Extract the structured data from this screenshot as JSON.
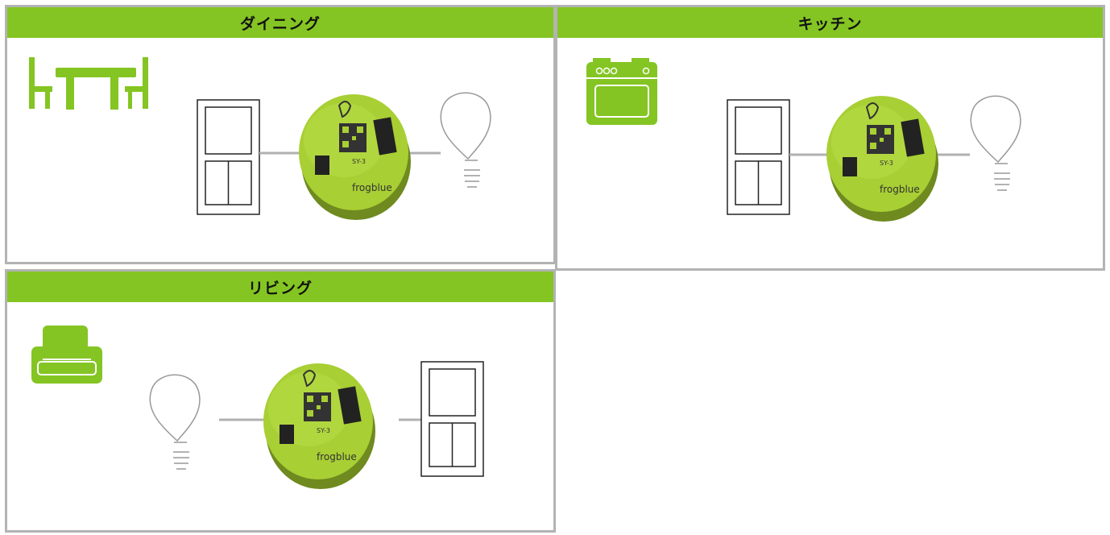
{
  "panels": {
    "dining": {
      "title": "ダイニング",
      "icon": "dining-table-icon"
    },
    "kitchen": {
      "title": "キッチン",
      "icon": "oven-icon"
    },
    "living": {
      "title": "リビング",
      "icon": "sofa-icon"
    }
  },
  "module": {
    "brand": "frogblue",
    "model": "SY-3"
  },
  "colors": {
    "accent": "#84c523",
    "module_body": "#a8cf34",
    "border": "#b3b3b3",
    "line": "#b0b0b0"
  }
}
